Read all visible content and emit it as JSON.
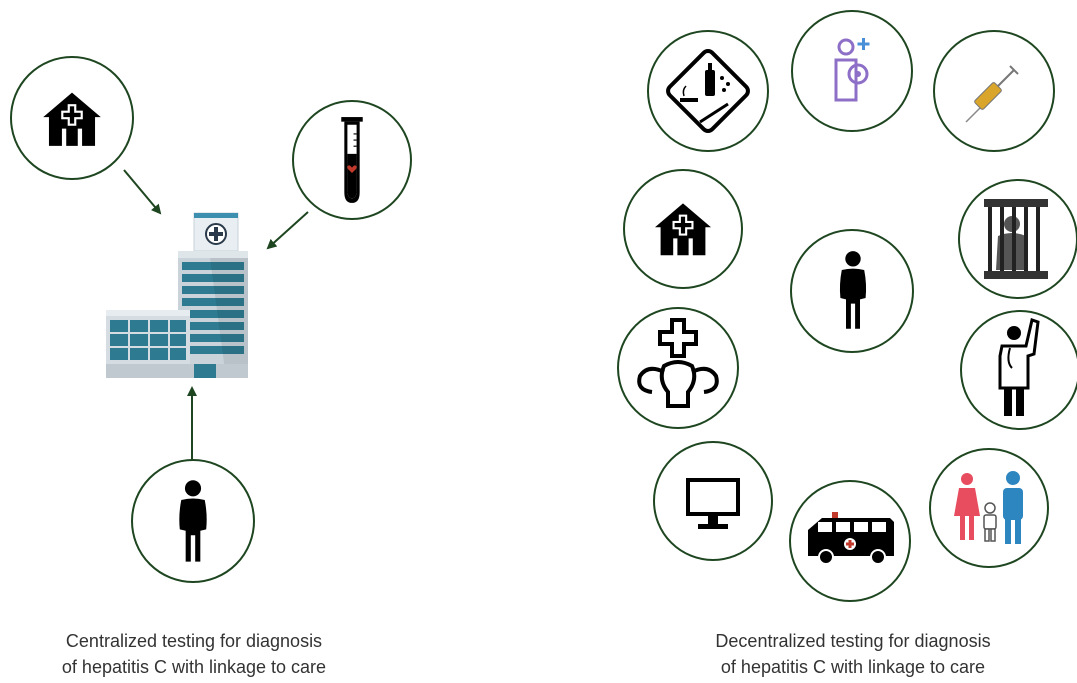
{
  "colors": {
    "ring": "#1e4620",
    "arrow": "#1e4620",
    "icon": "#000000",
    "caption": "#333333",
    "hospital_glass": "#2e7b91",
    "hospital_frame": "#c9d3d9",
    "syringe_fill": "#d9a52b",
    "blood": "#c0392b",
    "family_female": "#e74c5f",
    "family_male": "#2e86c1",
    "mother_child": "#8e6fc7",
    "mother_child_plus": "#4a90d9"
  },
  "centralized": {
    "caption_line1": "Centralized testing for diagnosis",
    "caption_line2": "of hepatitis C with linkage to care",
    "hub": "hospital-building-icon",
    "nodes": [
      "clinic-icon",
      "test-tube-icon",
      "person-icon"
    ]
  },
  "decentralized": {
    "caption_line1": "Decentralized testing for diagnosis",
    "caption_line2": "of hepatitis C with linkage to care",
    "nodes": [
      "harm-reduction-icon",
      "mother-child-icon",
      "syringe-icon",
      "clinic-icon",
      "prison-icon",
      "person-icon",
      "reproductive-health-icon",
      "health-worker-icon",
      "telehealth-monitor-icon",
      "mobile-van-icon",
      "family-icon"
    ]
  }
}
